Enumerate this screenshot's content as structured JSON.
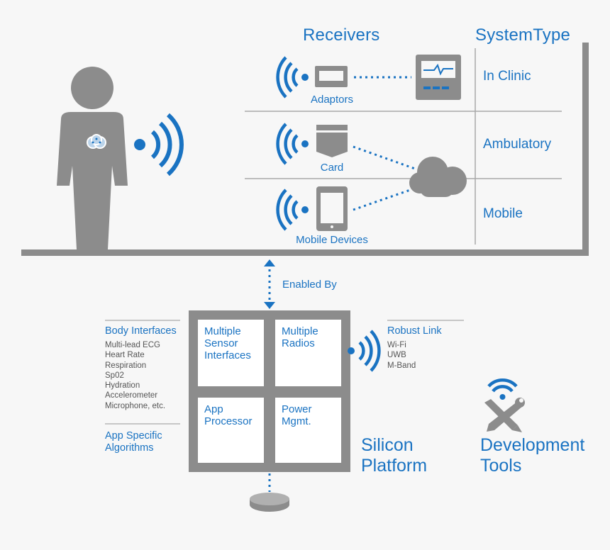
{
  "colors": {
    "accent": "#1a73c2",
    "gray": "#8c8c8c",
    "background": "#f7f7f7"
  },
  "headers": {
    "receivers": "Receivers",
    "system_type": "SystemType"
  },
  "receivers": {
    "adaptors": "Adaptors",
    "card": "Card",
    "mobile_devices": "Mobile Devices"
  },
  "system_types": {
    "in_clinic": "In Clinic",
    "ambulatory": "Ambulatory",
    "mobile": "Mobile"
  },
  "enabled_by": "Enabled By",
  "platform_cells": {
    "sensor": "Multiple Sensor Interfaces",
    "radios": "Multiple Radios",
    "app_processor": "App Processor",
    "power": "Power Mgmt."
  },
  "body_interfaces": {
    "title": "Body Interfaces",
    "items": [
      "Multi-lead ECG",
      "Heart Rate",
      "Respiration",
      "Sp02",
      "Hydration",
      "Accelerometer",
      "Microphone, etc."
    ]
  },
  "app_algorithms": "App Specific Algorithms",
  "robust_link": {
    "title": "Robust Link",
    "items": [
      "Wi-Fi",
      "UWB",
      "M-Band"
    ]
  },
  "silicon_platform": "Silicon Platform",
  "development_tools": "Development Tools",
  "icons": [
    "person-icon",
    "sensor-patch-icon",
    "wireless-signal-icon",
    "adaptor-icon",
    "monitor-icon",
    "card-icon",
    "tablet-icon",
    "cloud-icon",
    "disk-icon",
    "wrench-pencil-icon"
  ]
}
